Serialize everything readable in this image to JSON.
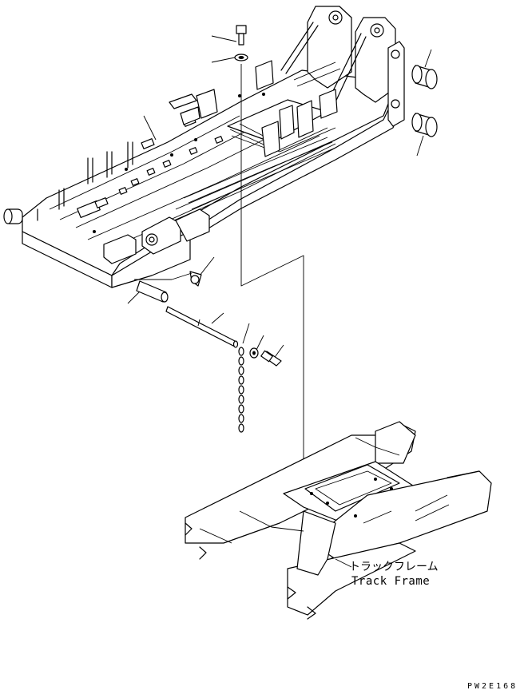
{
  "labels": {
    "track_frame_ja": "トラックフレーム",
    "track_frame_en": "Track Frame",
    "drawing_code": "PW2E168"
  },
  "colors": {
    "line": "#000000",
    "background": "#ffffff"
  }
}
